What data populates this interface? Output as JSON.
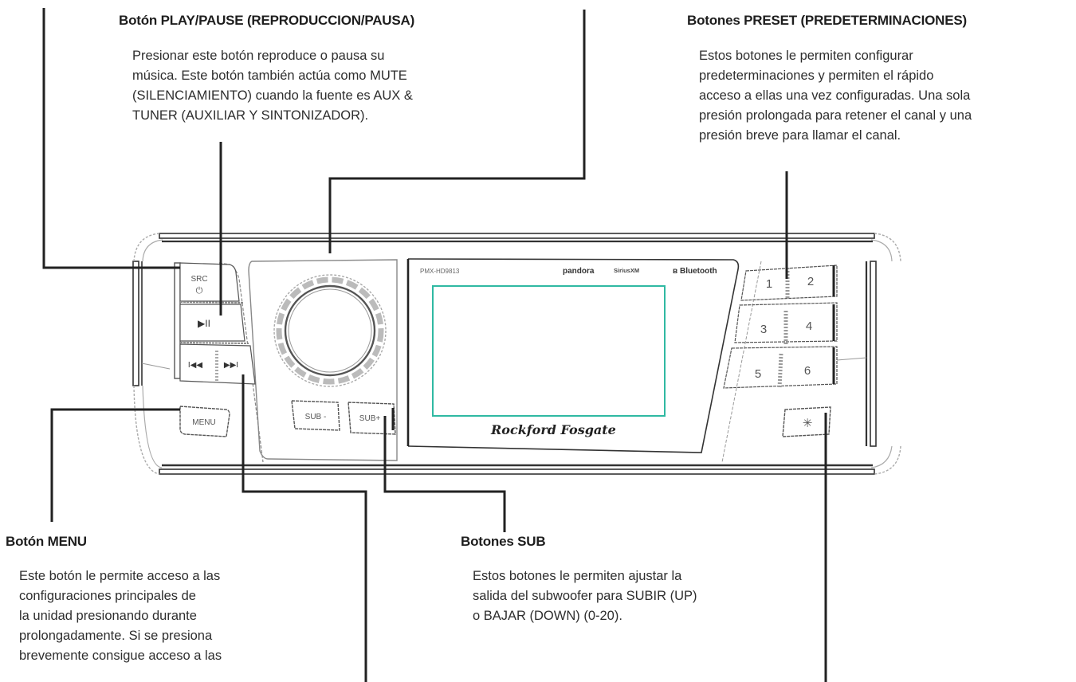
{
  "callouts": {
    "play_pause": {
      "title": "Botón PLAY/PAUSE (REPRODUCCION/PAUSA)",
      "lines": [
        "Presionar este botón reproduce o pausa su",
        "música. Este botón también actúa como MUTE",
        "(SILENCIAMIENTO) cuando la fuente es AUX &",
        "TUNER (AUXILIAR Y SINTONIZADOR)."
      ]
    },
    "preset": {
      "title": "Botones PRESET (PREDETERMINACIONES)",
      "lines": [
        "Estos botones le permiten configurar",
        "predeterminaciones y permiten el rápido",
        "acceso a ellas una vez configuradas. Una sola",
        "presión prolongada para retener el canal y una",
        "presión breve para llamar el canal."
      ]
    },
    "menu": {
      "title": "Botón MENU",
      "lines": [
        "Este botón le permite acceso a las",
        "configuraciones principales de",
        "la unidad presionando durante",
        "prolongadamente. Si se presiona",
        "brevemente consigue acceso a las"
      ]
    },
    "sub": {
      "title": "Botones SUB",
      "lines": [
        "Estos botones le permiten ajustar la",
        "salida del subwoofer para SUBIR (UP)",
        "o BAJAR (DOWN) (0-20)."
      ]
    }
  },
  "device": {
    "model": "PMX-HD9813",
    "brand": "Rockford Fosgate",
    "logos": [
      "pandora",
      "SiriusXM",
      "Bluetooth"
    ],
    "buttons": {
      "src": "SRC",
      "play_pause": "▶II",
      "prev": "I◀◀",
      "next": "▶▶I",
      "menu": "MENU",
      "sub_down": "SUB -",
      "sub_up": "SUB+",
      "light": "✳"
    },
    "presets": [
      "1",
      "2",
      "3",
      "4",
      "5",
      "6"
    ],
    "screen_color": "#2fb9a2"
  }
}
